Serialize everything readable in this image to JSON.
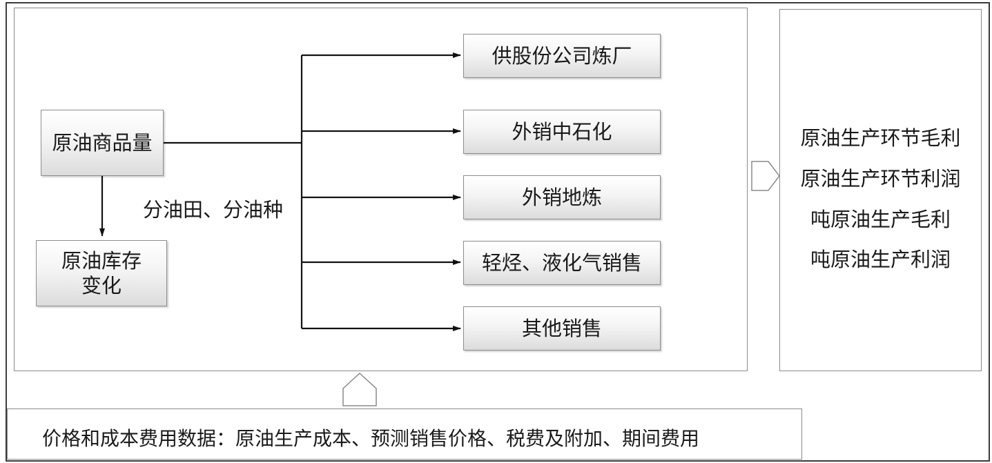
{
  "diagram": {
    "source_node": "原油商品量",
    "inventory_node": "原油库存\n变化",
    "split_label": "分油田、分油种",
    "destinations": [
      "供股份公司炼厂",
      "外销中石化",
      "外销地炼",
      "轻烃、液化气销售",
      "其他销售"
    ],
    "results": [
      "原油生产环节毛利",
      "原油生产环节利润",
      "吨原油生产毛利",
      "吨原油生产利润"
    ],
    "bottom_text": "价格和成本费用数据：原油生产成本、预测销售价格、税费及附加、期间费用"
  },
  "colors": {
    "line": "#111111",
    "border": "#8a8a8a",
    "box_gradient_top": "#ffffff",
    "box_gradient_bottom": "#dcdcdc"
  }
}
